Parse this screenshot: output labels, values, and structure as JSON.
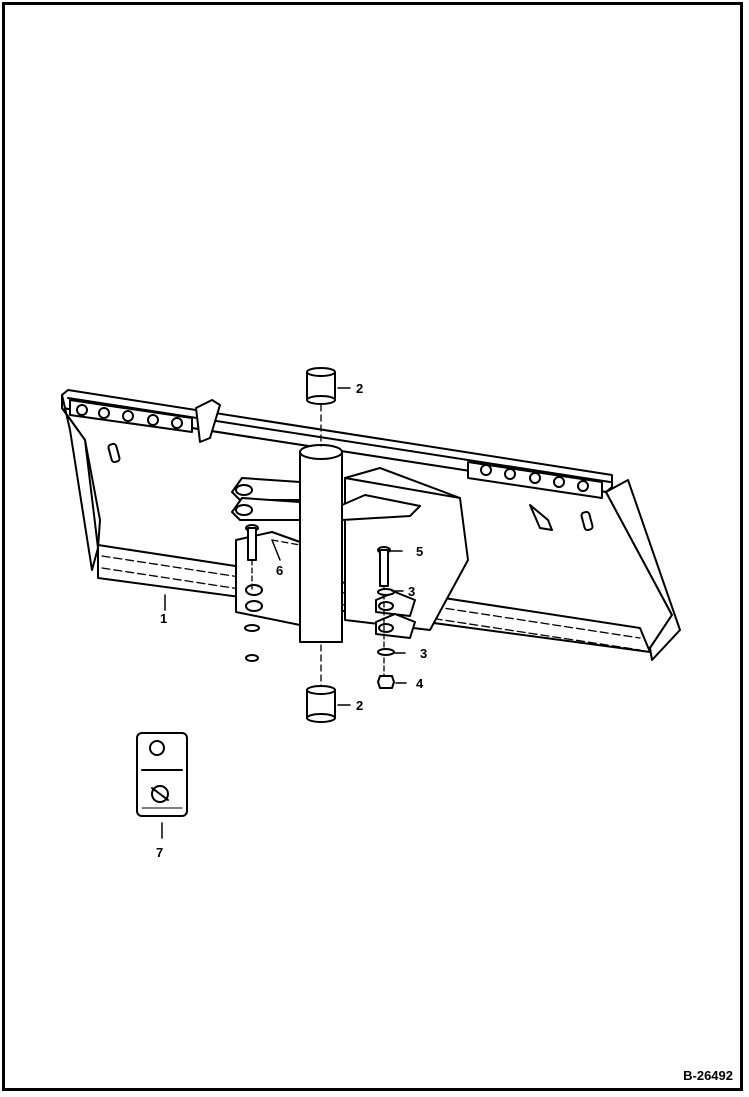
{
  "figure_id": "B-26492",
  "callouts": {
    "c1": "1",
    "c2_top": "2",
    "c2_bottom": "2",
    "c3_upper": "3",
    "c3_lower": "3",
    "c4": "4",
    "c5": "5",
    "c6": "6",
    "c7": "7"
  },
  "colors": {
    "line": "#000000",
    "background": "#ffffff"
  }
}
